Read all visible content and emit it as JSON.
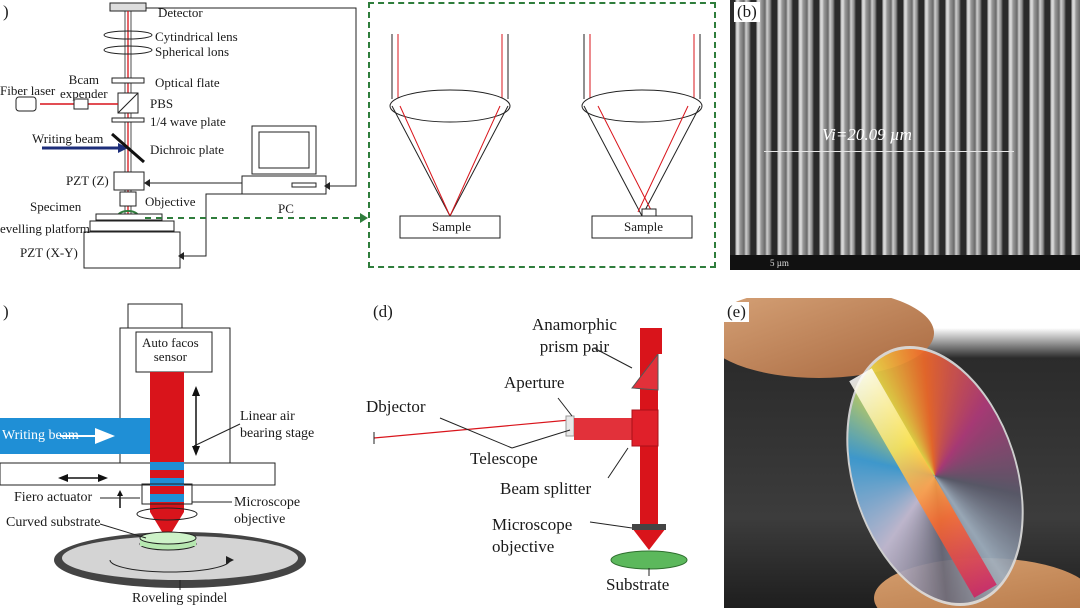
{
  "panel_a": {
    "tag": ")",
    "labels": {
      "detector": "Detector",
      "cylindrical_lens": "Cytindrical lens",
      "spherical_lens": "Spherical lons",
      "optical_flate": "Optical flate",
      "beam_expander": "Bcam\nexpender",
      "fiber_laser": "Fiber laser",
      "pbs": "PBS",
      "wave_plate": "1/4 wave plate",
      "writing_beam": "Writing beam",
      "dichroic_plate": "Dichroic plate",
      "pzt_z": "PZT (Z)",
      "objective": "Objective",
      "specimen": "Specimen",
      "levelling_platform": "evelling platform",
      "pzt_xy": "PZT (X-Y)",
      "pc": "PC",
      "sample_left": "Sample",
      "sample_right": "Sample"
    }
  },
  "panel_b": {
    "tag": "(b)",
    "measurement": "Vi=20.09 µm",
    "footer_scale": "5 µm"
  },
  "panel_c": {
    "tag": ")",
    "labels": {
      "auto_focus_sensor": "Auto facos\nsensor",
      "writing_beam": "Writing beam",
      "linear_air_bearing_stage": "Linear air\nbearing stage",
      "fiero_actuator": "Fiero actuator",
      "microscope_objective": "Microscope\nobjective",
      "curved_substrate": "Curved substrate",
      "roveling_spindel": "Roveling spindel"
    }
  },
  "panel_d": {
    "tag": "(d)",
    "labels": {
      "anamorphic_prism_pair": "Anamorphic\nprism pair",
      "aperture": "Aperture",
      "dbjector": "Dbjector",
      "telescope": "Telescope",
      "beam_splitter": "Beam splitter",
      "microscope_objective": "Microscope\nobjective",
      "substrate": "Substrate"
    }
  },
  "panel_e": {
    "tag": "(e)"
  },
  "colors": {
    "laser_red": "#d9141b",
    "writing_blue": "#1f8fd6",
    "dashed_green": "#2f7d3c",
    "writing_beam_arrow": "#1d2e7a"
  }
}
